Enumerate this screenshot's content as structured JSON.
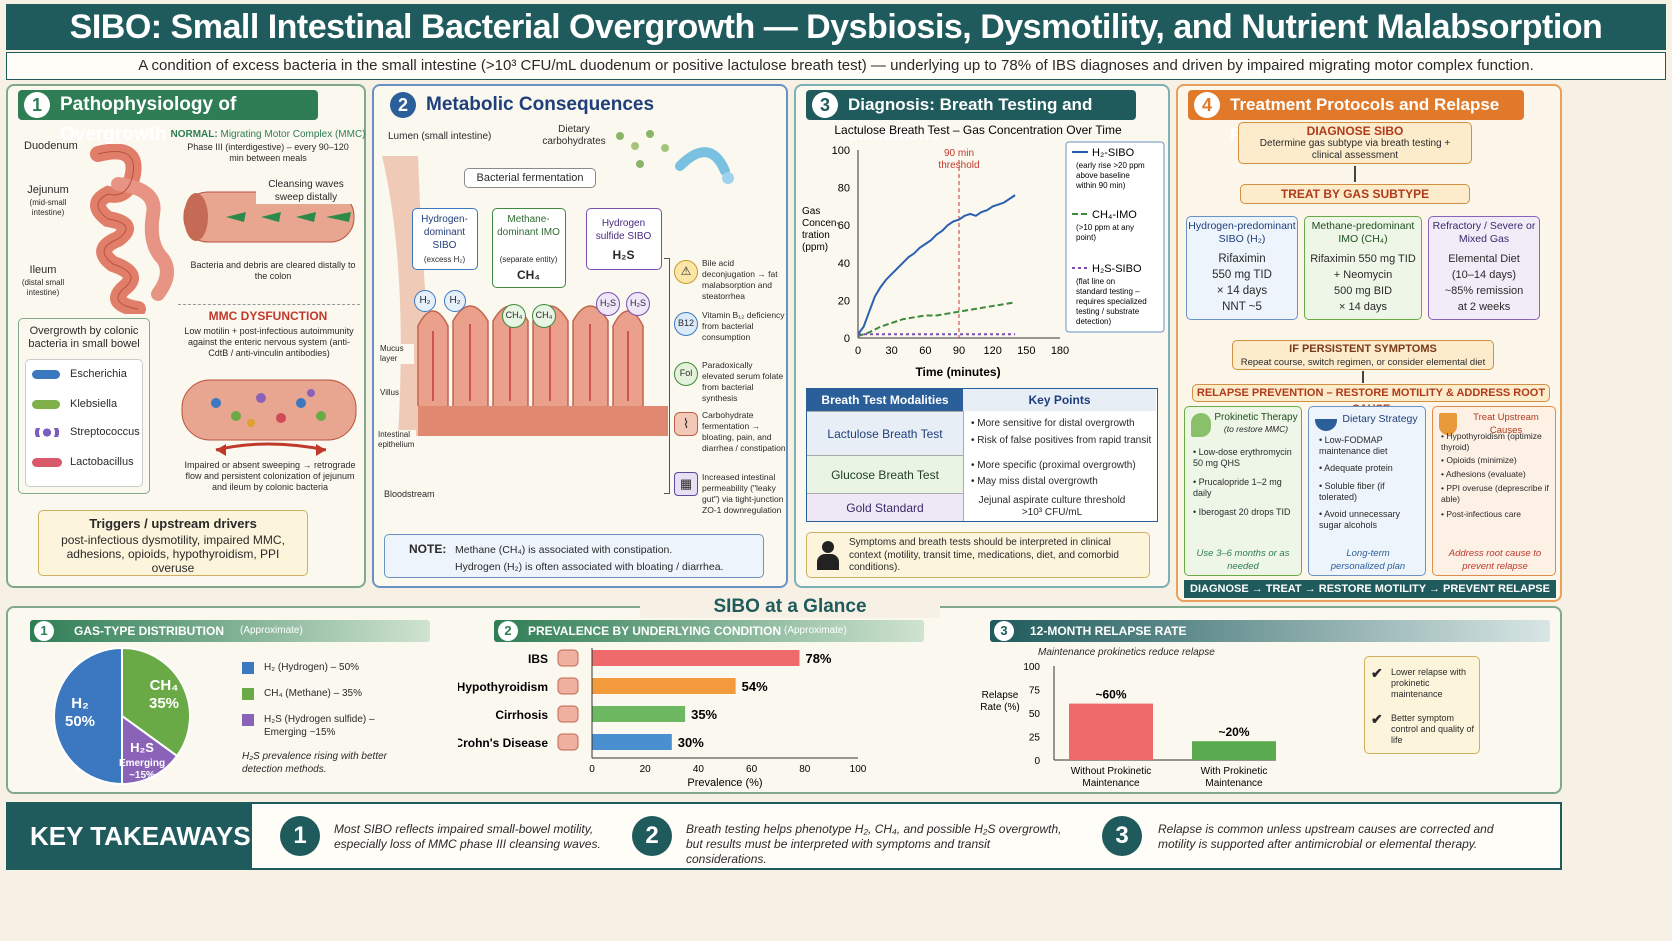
{
  "header": {
    "title": "SIBO: Small Intestinal Bacterial Overgrowth — Dysbiosis, Dysmotility, and Nutrient Malabsorption",
    "subtitle": "A condition of excess bacteria in the small intestine (>10³ CFU/mL duodenum or positive lactulose breath test) — underlying up to 78% of IBS diagnoses and driven by impaired migrating motor complex function."
  },
  "panel1": {
    "num": "1",
    "title": "Pathophysiology of Overgrowth",
    "anat": {
      "duodenum": "Duodenum",
      "jejunum": "Jejunum",
      "jejunum_note": "(mid-small intestine)",
      "ileum": "Ileum",
      "ileum_note": "(distal small intestine)"
    },
    "normal_title": "NORMAL:",
    "normal_sub": "Migrating Motor Complex (MMC)",
    "normal_desc": "Phase III (interdigestive) – every 90–120 min between meals",
    "cleansing": "Cleansing waves sweep distally",
    "cleared": "Bacteria and debris are cleared distally to the colon",
    "dys_title": "MMC DYSFUNCTION",
    "dys_desc": "Low motilin + post-infectious autoimmunity against the enteric nervous system (anti-CdtB / anti-vinculin antibodies)",
    "impaired": "Impaired or absent sweeping → retrograde flow and persistent colonization of jejunum and ileum by colonic bacteria",
    "overgrowth_title": "Overgrowth by colonic bacteria in small bowel",
    "bacteria": [
      "Escherichia",
      "Klebsiella",
      "Streptococcus",
      "Lactobacillus"
    ],
    "triggers_title": "Triggers / upstream drivers",
    "triggers_text": "post-infectious dysmotility, impaired MMC, adhesions, opioids, hypothyroidism, PPI overuse"
  },
  "panel2": {
    "num": "2",
    "title": "Metabolic Consequences",
    "lumen": "Lumen (small intestine)",
    "dietary": "Dietary carbohydrates",
    "fermentation": "Bacterial fermentation",
    "types": [
      {
        "title": "Hydrogen-dominant SIBO",
        "sub": "(excess H₂)",
        "gas": "H₂"
      },
      {
        "title": "Methane-dominant IMO",
        "sub": "(separate entity)",
        "gas": "CH₄"
      },
      {
        "title": "Hydrogen sulfide SIBO",
        "sub": "",
        "gas": "H₂S"
      }
    ],
    "layers": {
      "mucus": "Mucus layer",
      "villus": "Villus",
      "epithelium": "Intestinal epithelium",
      "blood": "Bloodstream"
    },
    "effects": [
      {
        "icon": "⚠",
        "text": "Bile acid deconjugation → fat malabsorption and steatorrhea"
      },
      {
        "icon": "B12",
        "text": "Vitamin B₁₂ deficiency from bacterial consumption"
      },
      {
        "icon": "Fol",
        "text": "Paradoxically elevated serum folate from bacterial synthesis"
      },
      {
        "icon": "⌇",
        "text": "Carbohydrate fermentation → bloating, pain, and diarrhea / constipation"
      },
      {
        "icon": "▦",
        "text": "Increased intestinal permeability (\"leaky gut\") via tight-junction ZO-1 downregulation"
      }
    ],
    "note_label": "NOTE:",
    "note1": "Methane (CH₄) is associated with constipation.",
    "note2": "Hydrogen (H₂) is often associated with bloating / diarrhea."
  },
  "panel3": {
    "num": "3",
    "title": "Diagnosis: Breath Testing and Limitations",
    "table_header": [
      "Breath Test Modalities",
      "Key Points"
    ],
    "table_rows": [
      {
        "name": "Lactulose Breath Test",
        "points": [
          "More sensitive for distal overgrowth",
          "Risk of false positives from rapid transit"
        ]
      },
      {
        "name": "Glucose Breath Test",
        "points": [
          "More specific (proximal overgrowth)",
          "May miss distal overgrowth"
        ]
      },
      {
        "name": "Gold Standard",
        "points": [
          "Jejunal aspirate culture threshold >10³ CFU/mL"
        ]
      }
    ],
    "footer": "Symptoms and breath tests should be interpreted in clinical context (motility, transit time, medications, diet, and comorbid conditions)."
  },
  "panel4": {
    "num": "4",
    "title": "Treatment Protocols and Relapse Prevention",
    "diagnose_title": "DIAGNOSE SIBO",
    "diagnose_text": "Determine gas subtype via breath testing + clinical assessment",
    "treat_title": "TREAT BY GAS SUBTYPE",
    "treatments": [
      {
        "title": "Hydrogen-predominant SIBO (H₂)",
        "lines": [
          "Rifaximin",
          "550 mg TID",
          "× 14 days",
          "NNT ~5"
        ]
      },
      {
        "title": "Methane-predominant IMO (CH₄)",
        "lines": [
          "Rifaximin 550 mg TID",
          "+ Neomycin",
          "500 mg BID",
          "× 14 days"
        ]
      },
      {
        "title": "Refractory / Severe or Mixed Gas",
        "lines": [
          "Elemental Diet",
          "(10–14 days)",
          "~85% remission",
          "at 2 weeks"
        ]
      }
    ],
    "persist_title": "IF PERSISTENT SYMPTOMS",
    "persist_text": "Repeat course, switch regimen, or consider elemental diet",
    "relapse_title": "RELAPSE PREVENTION – RESTORE MOTILITY & ADDRESS ROOT CAUSE",
    "prevention": [
      {
        "title": "Prokinetic Therapy",
        "sub": "(to restore MMC)",
        "items": [
          "Low-dose erythromycin 50 mg QHS",
          "Prucalopride 1–2 mg daily",
          "Iberogast 20 drops TID"
        ],
        "foot": "Use 3–6 months or as needed"
      },
      {
        "title": "Dietary Strategy",
        "sub": "",
        "items": [
          "Low-FODMAP maintenance diet",
          "Adequate protein",
          "Soluble fiber (if tolerated)",
          "Avoid unnecessary sugar alcohols"
        ],
        "foot": "Long-term personalized plan"
      },
      {
        "title": "Treat Upstream Causes",
        "sub": "",
        "items": [
          "Hypothyroidism (optimize thyroid)",
          "Opioids (minimize)",
          "Adhesions (evaluate)",
          "PPI overuse (deprescribe if able)",
          "Post-infectious care"
        ],
        "foot": "Address root cause to prevent relapse"
      }
    ],
    "flow": "DIAGNOSE → TREAT → RESTORE MOTILITY → PREVENT RELAPSE"
  },
  "glance": {
    "title": "SIBO at a Glance",
    "sec1": {
      "num": "1",
      "title": "GAS-TYPE DISTRIBUTION",
      "qual": "(Approximate)",
      "legend": [
        "H₂ (Hydrogen) – 50%",
        "CH₄ (Methane) – 35%",
        "H₂S (Hydrogen sulfide) – Emerging ~15%"
      ],
      "note": "H₂S prevalence rising with better detection methods.",
      "slice_labels": [
        "H₂",
        "50%",
        "CH₄",
        "35%",
        "H₂S",
        "Emerging",
        "~15%"
      ]
    },
    "sec2": {
      "num": "2",
      "title": "PREVALENCE BY UNDERLYING CONDITION",
      "qual": "(Approximate)"
    },
    "sec3": {
      "num": "3",
      "title": "12-MONTH RELAPSE RATE",
      "note": "Maintenance prokinetics reduce relapse",
      "benefits": [
        "Lower relapse with prokinetic maintenance",
        "Better symptom control and quality of life"
      ]
    }
  },
  "takeaways": {
    "title": "KEY TAKEAWAYS",
    "items": [
      {
        "num": "1",
        "text": "Most SIBO reflects impaired small-bowel motility, especially loss of MMC phase III cleansing waves."
      },
      {
        "num": "2",
        "text": "Breath testing helps phenotype H₂, CH₄, and possible H₂S overgrowth, but results must be interpreted with symptoms and transit considerations."
      },
      {
        "num": "3",
        "text": "Relapse is common unless upstream causes are corrected and motility is supported after antimicrobial or elemental therapy."
      }
    ]
  },
  "colors": {
    "teal": "#1f5a5c",
    "green": "#2e7d55",
    "blue": "#2b5f9a",
    "orange": "#e07a2a",
    "h2": "#3b78c0",
    "ch4": "#6aaa46",
    "h2s": "#8a63b8",
    "red": "#ef6a6a"
  },
  "chart_data": [
    {
      "type": "line",
      "title": "Lactulose Breath Test – Gas Concentration Over Time",
      "xlabel": "Time (minutes)",
      "ylabel": "Gas Concen-tration (ppm)",
      "xlim": [
        0,
        180
      ],
      "ylim": [
        0,
        100
      ],
      "xticks": [
        0,
        30,
        60,
        90,
        120,
        150,
        180
      ],
      "yticks": [
        0,
        20,
        40,
        60,
        80,
        100
      ],
      "annotation": "90 min threshold",
      "annotation_x": 90,
      "series": [
        {
          "name": "H₂-SIBO",
          "note": "(early rise >20 ppm above baseline within 90 min)",
          "color": "#2b5fb0",
          "x": [
            0,
            5,
            10,
            15,
            20,
            25,
            30,
            35,
            40,
            45,
            50,
            55,
            60,
            65,
            70,
            75,
            80,
            85,
            90,
            95,
            100,
            105,
            110,
            115,
            120,
            125,
            130,
            135,
            140
          ],
          "y": [
            2,
            6,
            14,
            22,
            27,
            31,
            34,
            37,
            40,
            43,
            45,
            48,
            50,
            52,
            55,
            57,
            60,
            62,
            63,
            65,
            66,
            65,
            67,
            68,
            70,
            71,
            72,
            74,
            76
          ]
        },
        {
          "name": "CH₄-IMO",
          "note": "(>10 ppm at any point)",
          "color": "#3d8a3a",
          "x": [
            0,
            10,
            20,
            30,
            40,
            50,
            60,
            70,
            80,
            90,
            100,
            110,
            120,
            130,
            140
          ],
          "y": [
            1,
            3,
            6,
            8,
            10,
            11,
            12,
            12,
            13,
            14,
            15,
            16,
            17,
            18,
            19
          ]
        },
        {
          "name": "H₂S-SIBO",
          "note": "(flat line on standard testing – requires specialized testing / substrate detection)",
          "color": "#7a4fb0",
          "x": [
            0,
            20,
            40,
            60,
            80,
            100,
            120,
            140
          ],
          "y": [
            2,
            2,
            2,
            2,
            2,
            2,
            2,
            2
          ]
        }
      ]
    },
    {
      "type": "bar",
      "orientation": "horizontal",
      "categories": [
        "IBS",
        "Hypothyroidism",
        "Cirrhosis",
        "Crohn's Disease"
      ],
      "values": [
        78,
        54,
        35,
        30
      ],
      "colors": [
        "#ef6a6a",
        "#f29a3c",
        "#6db860",
        "#4a8fd0"
      ],
      "xlabel": "Prevalence (%)",
      "xlim": [
        0,
        100
      ],
      "xticks": [
        0,
        20,
        40,
        60,
        80,
        100
      ]
    },
    {
      "type": "bar",
      "categories": [
        "Without Prokinetic Maintenance",
        "With Prokinetic Maintenance"
      ],
      "values": [
        60,
        20
      ],
      "labels": [
        "~60%",
        "~20%"
      ],
      "colors": [
        "#ef6a6a",
        "#5aaa50"
      ],
      "ylabel": "Relapse Rate (%)",
      "ylim": [
        0,
        100
      ],
      "yticks": [
        0,
        25,
        50,
        75,
        100
      ]
    },
    {
      "type": "pie",
      "categories": [
        "H₂",
        "CH₄",
        "H₂S"
      ],
      "values": [
        50,
        35,
        15
      ],
      "colors": [
        "#3b78c0",
        "#6aaa46",
        "#8a63b8"
      ]
    }
  ]
}
